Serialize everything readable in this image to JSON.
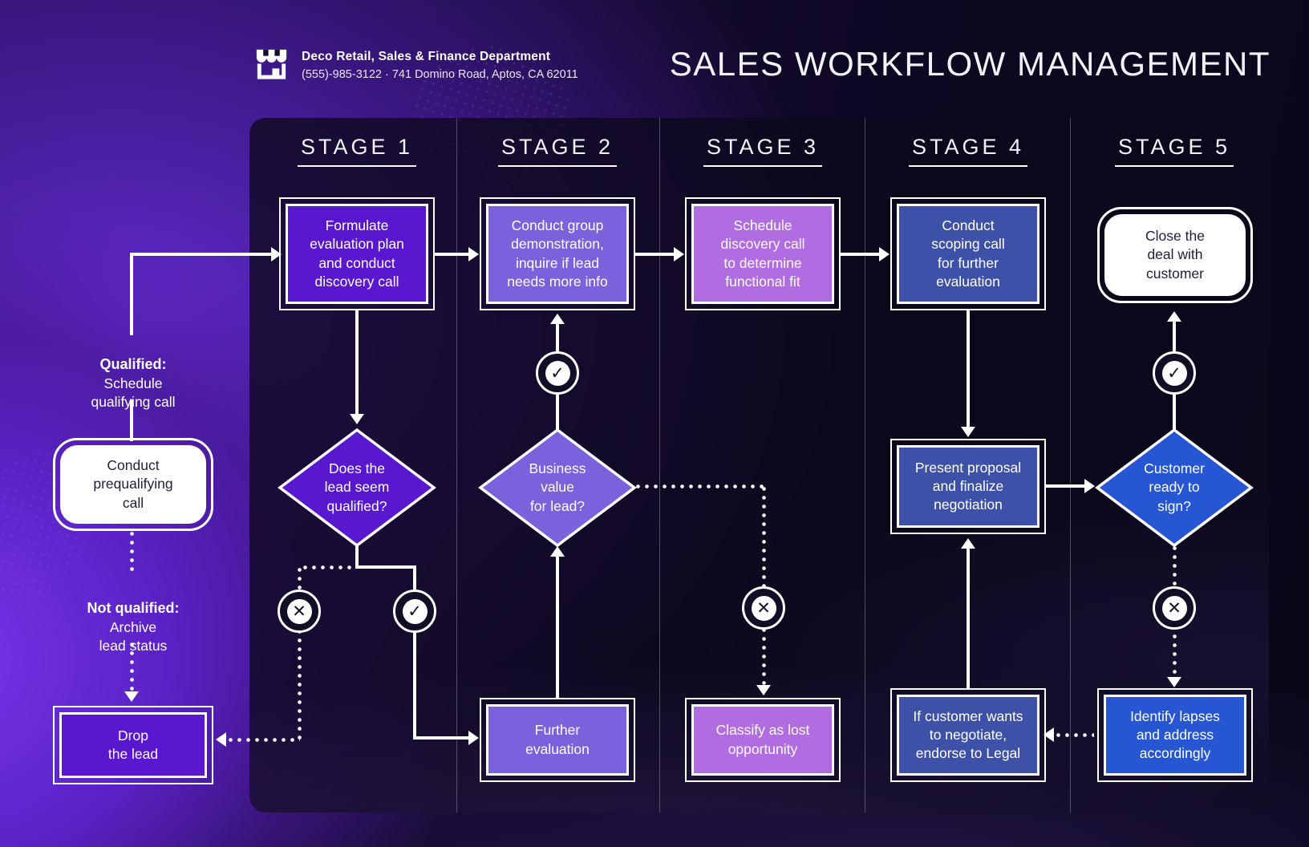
{
  "header": {
    "brand_name": "Deco Retail, Sales & Finance Department",
    "brand_contact": "(555)-985-3122 · 741 Domino Road, Aptos, CA 62011",
    "title": "SALES WORKFLOW MANAGEMENT"
  },
  "stages": [
    "STAGE 1",
    "STAGE 2",
    "STAGE 3",
    "STAGE 4",
    "STAGE 5"
  ],
  "side": {
    "qualified_title": "Qualified:",
    "qualified_text": "Schedule\nqualifying call",
    "not_qualified_title": "Not qualified:",
    "not_qualified_text": "Archive\nlead status"
  },
  "nodes": {
    "prequalify": "Conduct\nprequalifying\ncall",
    "drop_lead": "Drop\nthe lead",
    "s1_box": "Formulate\nevaluation plan\nand conduct\ndiscovery call",
    "s1_diamond": "Does the\nlead seem\nqualified?",
    "s2_box": "Conduct group\ndemonstration,\ninquire if lead\nneeds more info",
    "s2_diamond": "Business\nvalue\nfor lead?",
    "s2_further": "Further\nevaluation",
    "s3_box": "Schedule\ndiscovery call\nto determine\nfunctional fit",
    "s3_classify": "Classify as lost\nopportunity",
    "s4_box": "Conduct\nscoping call\nfor further\nevaluation",
    "s4_present": "Present proposal\nand finalize\nnegotiation",
    "s4_legal": "If customer wants\nto negotiate,\nendorse to Legal",
    "s5_close": "Close the\ndeal with\ncustomer",
    "s5_diamond": "Customer\nready to\nsign?",
    "s5_identify": "Identify lapses\nand address\naccordingly"
  },
  "icons": {
    "check": "✓",
    "cross": "✕"
  },
  "colors": {
    "stage1": "#5a17d0",
    "stage2": "#7b61dc",
    "stage3": "#b26ce2",
    "stage4": "#3e51a8",
    "stage5": "#2656d4",
    "connector": "#ffffff",
    "panel_bg": "#110b20"
  }
}
